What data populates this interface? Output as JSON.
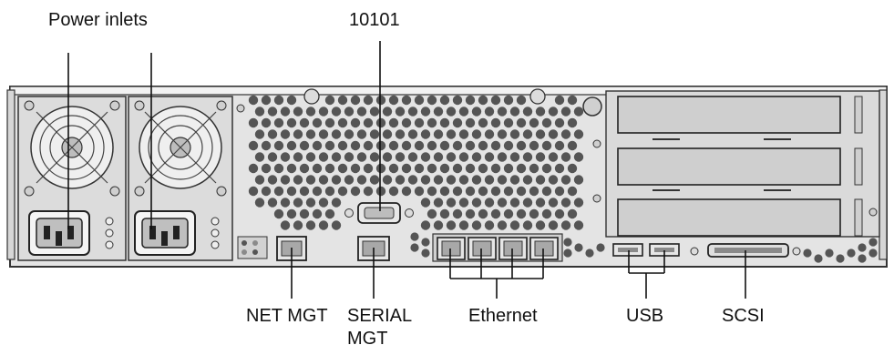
{
  "labels": {
    "power_inlets": "Power inlets",
    "serial_10101": "10101",
    "net_mgt": "NET MGT",
    "serial_mgt_line1": "SERIAL",
    "serial_mgt_line2": "MGT",
    "ethernet": "Ethernet",
    "usb": "USB",
    "scsi": "SCSI"
  },
  "colors": {
    "chassis_fill": "#e4e4e4",
    "chassis_stroke": "#333333",
    "panel_fill": "#cfcfcf",
    "vent_hole": "#555555",
    "callout_line": "#111111"
  }
}
